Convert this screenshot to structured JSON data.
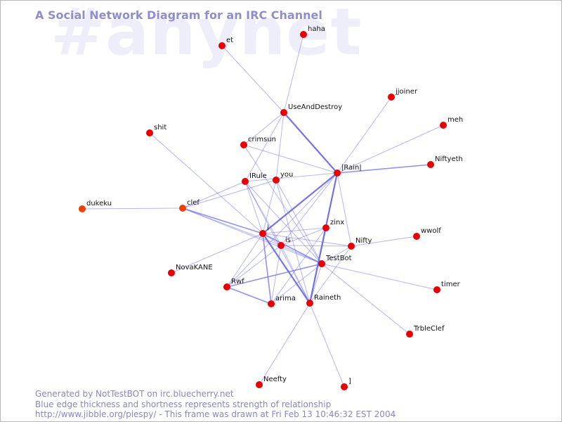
{
  "watermark": "#anynet",
  "title": "A Social Network Diagram for an IRC Channel",
  "footer": {
    "line1": "Generated by NotTestBOT on irc.bluecherry.net",
    "line2": "Blue edge thickness and shortness represents strength of relationship",
    "line3": "http://www.jibble.org/piespy/ - This frame was drawn at Fri Feb 13 10:46:32 EST 2004"
  },
  "colors": {
    "node": "#e80000",
    "node_alt": "#f04000",
    "edge": "#6e6ee8",
    "title": "#8e8ecc",
    "watermark": "#eeeefb"
  },
  "nodes": [
    {
      "id": "haha",
      "label": "haha",
      "color": "#e80000"
    },
    {
      "id": "et",
      "label": "et",
      "color": "#e80000"
    },
    {
      "id": "jjoiner",
      "label": "jjoiner",
      "color": "#e80000"
    },
    {
      "id": "UseAndDestroy",
      "label": "UseAndDestroy",
      "color": "#e80000"
    },
    {
      "id": "meh",
      "label": "meh",
      "color": "#e80000"
    },
    {
      "id": "shit",
      "label": "shit",
      "color": "#e80000"
    },
    {
      "id": "crimsun",
      "label": "crimsun",
      "color": "#e80000"
    },
    {
      "id": "Niftyeth",
      "label": "Niftyeth",
      "color": "#e80000"
    },
    {
      "id": "Rain",
      "label": "|Rain|",
      "color": "#e80000"
    },
    {
      "id": "IRule",
      "label": "IRule",
      "color": "#e80000"
    },
    {
      "id": "you",
      "label": "you",
      "color": "#e80000"
    },
    {
      "id": "dukeku",
      "label": "dukeku",
      "color": "#f04000"
    },
    {
      "id": "clef",
      "label": "clef",
      "color": "#f04000"
    },
    {
      "id": "zinx",
      "label": "zinx",
      "color": "#e80000"
    },
    {
      "id": "i",
      "label": "i",
      "color": "#e80000"
    },
    {
      "id": "wwolf",
      "label": "wwolf",
      "color": "#e80000"
    },
    {
      "id": "is",
      "label": "is",
      "color": "#e80000"
    },
    {
      "id": "Nifty",
      "label": "Nifty",
      "color": "#e80000"
    },
    {
      "id": "TestBot",
      "label": "TestBot",
      "color": "#e80000"
    },
    {
      "id": "NovaKANE",
      "label": "NovaKANE",
      "color": "#e80000"
    },
    {
      "id": "Rwf",
      "label": "Rwf",
      "color": "#e80000"
    },
    {
      "id": "timer",
      "label": "timer",
      "color": "#e80000"
    },
    {
      "id": "arima",
      "label": "arima",
      "color": "#e80000"
    },
    {
      "id": "Raineth",
      "label": "Raineth",
      "color": "#e80000"
    },
    {
      "id": "TrbleClef",
      "label": "TrbleClef",
      "color": "#e80000"
    },
    {
      "id": "Neefty",
      "label": "Neefty",
      "color": "#e80000"
    },
    {
      "id": "bracket",
      "label": "]",
      "color": "#e80000"
    }
  ],
  "edges": [
    {
      "source": "haha",
      "target": "UseAndDestroy",
      "strength": 1
    },
    {
      "source": "et",
      "target": "UseAndDestroy",
      "strength": 1
    },
    {
      "source": "UseAndDestroy",
      "target": "Rain",
      "strength": 3
    },
    {
      "source": "UseAndDestroy",
      "target": "crimsun",
      "strength": 1
    },
    {
      "source": "UseAndDestroy",
      "target": "IRule",
      "strength": 1
    },
    {
      "source": "UseAndDestroy",
      "target": "you",
      "strength": 1
    },
    {
      "source": "jjoiner",
      "target": "Rain",
      "strength": 1
    },
    {
      "source": "meh",
      "target": "Rain",
      "strength": 1
    },
    {
      "source": "Niftyeth",
      "target": "Rain",
      "strength": 2
    },
    {
      "source": "crimsun",
      "target": "Rain",
      "strength": 1
    },
    {
      "source": "crimsun",
      "target": "TestBot",
      "strength": 1
    },
    {
      "source": "shit",
      "target": "i",
      "strength": 1
    },
    {
      "source": "Rain",
      "target": "i",
      "strength": 3
    },
    {
      "source": "Rain",
      "target": "Raineth",
      "strength": 3
    },
    {
      "source": "Rain",
      "target": "IRule",
      "strength": 1
    },
    {
      "source": "Rain",
      "target": "is",
      "strength": 1
    },
    {
      "source": "Rain",
      "target": "Rwf",
      "strength": 1
    },
    {
      "source": "Rain",
      "target": "Nifty",
      "strength": 1
    },
    {
      "source": "Rain",
      "target": "zinx",
      "strength": 1
    },
    {
      "source": "IRule",
      "target": "clef",
      "strength": 1
    },
    {
      "source": "IRule",
      "target": "i",
      "strength": 1
    },
    {
      "source": "IRule",
      "target": "is",
      "strength": 1
    },
    {
      "source": "IRule",
      "target": "TestBot",
      "strength": 1
    },
    {
      "source": "IRule",
      "target": "Raineth",
      "strength": 1
    },
    {
      "source": "you",
      "target": "clef",
      "strength": 1
    },
    {
      "source": "you",
      "target": "TestBot",
      "strength": 1
    },
    {
      "source": "you",
      "target": "i",
      "strength": 1
    },
    {
      "source": "you",
      "target": "Raineth",
      "strength": 1
    },
    {
      "source": "dukeku",
      "target": "clef",
      "strength": 1
    },
    {
      "source": "clef",
      "target": "i",
      "strength": 2
    },
    {
      "source": "clef",
      "target": "TestBot",
      "strength": 1
    },
    {
      "source": "clef",
      "target": "is",
      "strength": 1
    },
    {
      "source": "zinx",
      "target": "i",
      "strength": 1
    },
    {
      "source": "zinx",
      "target": "is",
      "strength": 1
    },
    {
      "source": "zinx",
      "target": "Raineth",
      "strength": 2
    },
    {
      "source": "zinx",
      "target": "arima",
      "strength": 1
    },
    {
      "source": "i",
      "target": "TestBot",
      "strength": 2
    },
    {
      "source": "i",
      "target": "Raineth",
      "strength": 3
    },
    {
      "source": "i",
      "target": "arima",
      "strength": 2
    },
    {
      "source": "i",
      "target": "is",
      "strength": 1
    },
    {
      "source": "i",
      "target": "Nifty",
      "strength": 1
    },
    {
      "source": "i",
      "target": "NovaKANE",
      "strength": 1
    },
    {
      "source": "i",
      "target": "Rwf",
      "strength": 1
    },
    {
      "source": "is",
      "target": "Nifty",
      "strength": 1
    },
    {
      "source": "is",
      "target": "TestBot",
      "strength": 1
    },
    {
      "source": "is",
      "target": "arima",
      "strength": 1
    },
    {
      "source": "is",
      "target": "Raineth",
      "strength": 1
    },
    {
      "source": "is",
      "target": "Rwf",
      "strength": 1
    },
    {
      "source": "Nifty",
      "target": "wwolf",
      "strength": 1
    },
    {
      "source": "Nifty",
      "target": "TestBot",
      "strength": 1
    },
    {
      "source": "Nifty",
      "target": "Raineth",
      "strength": 1
    },
    {
      "source": "TestBot",
      "target": "timer",
      "strength": 1
    },
    {
      "source": "TestBot",
      "target": "TrbleClef",
      "strength": 1
    },
    {
      "source": "TestBot",
      "target": "Rwf",
      "strength": 2
    },
    {
      "source": "TestBot",
      "target": "arima",
      "strength": 1
    },
    {
      "source": "TestBot",
      "target": "Raineth",
      "strength": 1
    },
    {
      "source": "Rwf",
      "target": "arima",
      "strength": 2
    },
    {
      "source": "Raineth",
      "target": "Neefty",
      "strength": 1
    },
    {
      "source": "Raineth",
      "target": "bracket",
      "strength": 1
    }
  ]
}
